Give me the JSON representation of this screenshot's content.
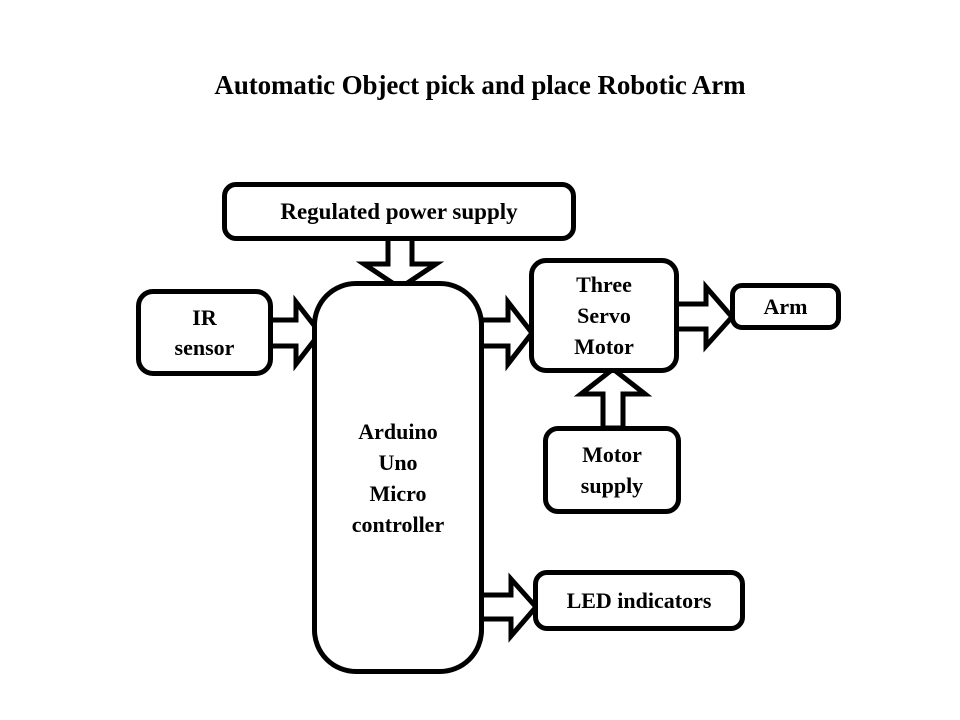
{
  "title": "Automatic Object pick and place Robotic Arm",
  "diagram": {
    "type": "block-diagram",
    "background_color": "#ffffff",
    "line_color": "#000000",
    "box_fill_color": "#ffffff",
    "nodes": [
      {
        "id": "power",
        "label": "Regulated power supply",
        "lines": [
          "Regulated power supply"
        ]
      },
      {
        "id": "ir",
        "label": "IR sensor",
        "lines": [
          "IR",
          "sensor"
        ]
      },
      {
        "id": "arduino",
        "label": "Arduino Uno Micro controller",
        "lines": [
          "Arduino",
          "Uno",
          "Micro",
          "controller"
        ]
      },
      {
        "id": "servo",
        "label": "Three Servo Motor",
        "lines": [
          "Three",
          "Servo",
          "Motor"
        ]
      },
      {
        "id": "arm",
        "label": "Arm",
        "lines": [
          "Arm"
        ]
      },
      {
        "id": "motorsupply",
        "label": "Motor supply",
        "lines": [
          "Motor",
          "supply"
        ]
      },
      {
        "id": "led",
        "label": "LED indicators",
        "lines": [
          "LED indicators"
        ]
      }
    ],
    "connections": [
      {
        "id": "power-arduino",
        "from": "power",
        "to": "arduino",
        "direction": "down",
        "style": "hollow-block-arrow"
      },
      {
        "id": "ir-arduino",
        "from": "ir",
        "to": "arduino",
        "direction": "right",
        "style": "hollow-block-arrow"
      },
      {
        "id": "arduino-servo",
        "from": "arduino",
        "to": "servo",
        "direction": "right",
        "style": "hollow-block-arrow"
      },
      {
        "id": "servo-arm",
        "from": "servo",
        "to": "arm",
        "direction": "right",
        "style": "hollow-block-arrow"
      },
      {
        "id": "motorsupply-servo",
        "from": "motorsupply",
        "to": "servo",
        "direction": "up",
        "style": "hollow-block-arrow"
      },
      {
        "id": "arduino-led",
        "from": "arduino",
        "to": "led",
        "direction": "right",
        "style": "hollow-block-arrow"
      }
    ]
  }
}
